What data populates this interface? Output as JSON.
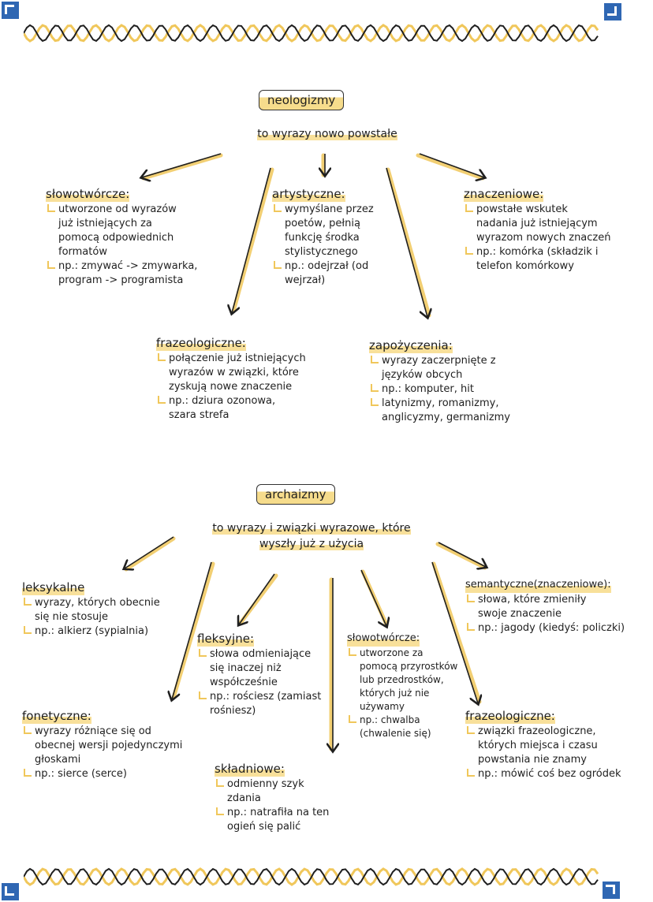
{
  "section1": {
    "title": "neologizmy",
    "definition": "to wyrazy nowo powstałe",
    "boxes": [
      {
        "key": "slowotworcze",
        "head": "słowotwórcze:",
        "items": [
          "utworzone od wyrazów\njuż istniejących za\npomocą odpowiednich\nformatów",
          "np.: zmywać -> zmywarka,\nprogram -> programista"
        ]
      },
      {
        "key": "artystyczne",
        "head": "artystyczne:",
        "items": [
          "wymyślane przez\npoetów, pełnią\nfunkcję środka\nstylistycznego",
          "np.: odejrzał (od\nwejrzał)"
        ]
      },
      {
        "key": "znaczeniowe",
        "head": "znaczeniowe:",
        "items": [
          "powstałe wskutek\nnadania już istniejącym\nwyrazom nowych znaczeń",
          "np.: komórka (składzik i\ntelefon komórkowy"
        ]
      },
      {
        "key": "frazeologiczne",
        "head": "frazeologiczne:",
        "items": [
          "połączenie już istniejących\nwyrazów w związki, które\nzyskują nowe znaczenie",
          "np.: dziura ozonowa,\nszara strefa"
        ]
      },
      {
        "key": "zapozyczenia",
        "head": "zapożyczenia:",
        "items": [
          "wyrazy zaczerpnięte z\njęzyków obcych",
          "np.: komputer, hit",
          "latynizmy, romanizmy,\nanglicyzmy, germanizmy"
        ]
      }
    ]
  },
  "section2": {
    "title": "archaizmy",
    "definition_line1": "to wyrazy i związki wyrazowe, które",
    "definition_line2": "wyszły już z użycia",
    "boxes": [
      {
        "key": "leksykalne",
        "head": "leksykalne",
        "items": [
          "wyrazy, których obecnie\nsię nie stosuje",
          "np.: alkierz (sypialnia)"
        ]
      },
      {
        "key": "fleksyjne",
        "head": "fleksyjne:",
        "items": [
          "słowa odmieniające\nsię inaczej niż\nwspółcześnie",
          "np.: rościesz (zamiast\nrośniesz)"
        ]
      },
      {
        "key": "slowotworcze2",
        "head": "słowotwórcze:",
        "items": [
          "utworzone za\npomocą przyrostków\nlub przedrostków,\nktórych już nie\nużywamy",
          "np.: chwalba\n(chwalenie się)"
        ]
      },
      {
        "key": "semantyczne",
        "head": "semantyczne(znaczeniowe):",
        "items": [
          "słowa, które zmieniły\nswoje znaczenie",
          "np.: jagody (kiedyś: policzki)"
        ]
      },
      {
        "key": "fonetyczne",
        "head": "fonetyczne:",
        "items": [
          "wyrazy różniące się od\nobecnej wersji pojedynczymi\ngłoskami",
          "np.: sierce (serce)"
        ]
      },
      {
        "key": "skladniowe",
        "head": "składniowe:",
        "items": [
          "odmienny szyk\nzdania",
          "np.: natrafiła na ten\nogień się palić"
        ]
      },
      {
        "key": "frazeologiczne2",
        "head": "frazeologiczne:",
        "items": [
          "związki frazeologiczne,\nktórych miejsca i czasu\npowstania nie znamy",
          "np.: mówić coś bez ogródek"
        ]
      }
    ]
  },
  "colors": {
    "accent": "#2f67b3",
    "highlight": "#f0c75b",
    "ink": "#1f1f1f"
  }
}
